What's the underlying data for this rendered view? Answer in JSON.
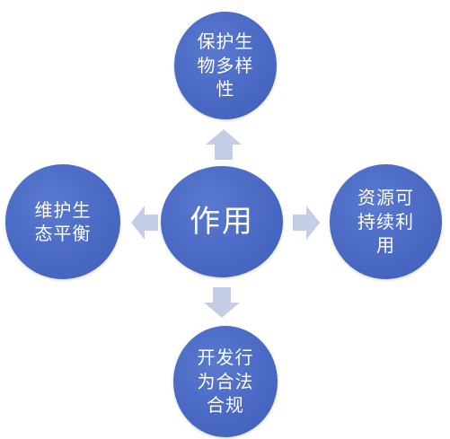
{
  "diagram": {
    "center": {
      "label": "作用"
    },
    "top": {
      "label": "保护生\n物多样\n性"
    },
    "left": {
      "label": "维护生\n态平衡"
    },
    "right": {
      "label": "资源可\n持续利\n用"
    },
    "bottom": {
      "label": "开发行\n为合法\n合规"
    }
  },
  "colors": {
    "node_fill": "#4a69c3",
    "arrow_fill": "#c3cde6",
    "text": "#ffffff",
    "background": "#ffffff"
  },
  "icons": {
    "arrow_up": "arrow-up-icon",
    "arrow_down": "arrow-down-icon",
    "arrow_left": "arrow-left-icon",
    "arrow_right": "arrow-right-icon"
  }
}
